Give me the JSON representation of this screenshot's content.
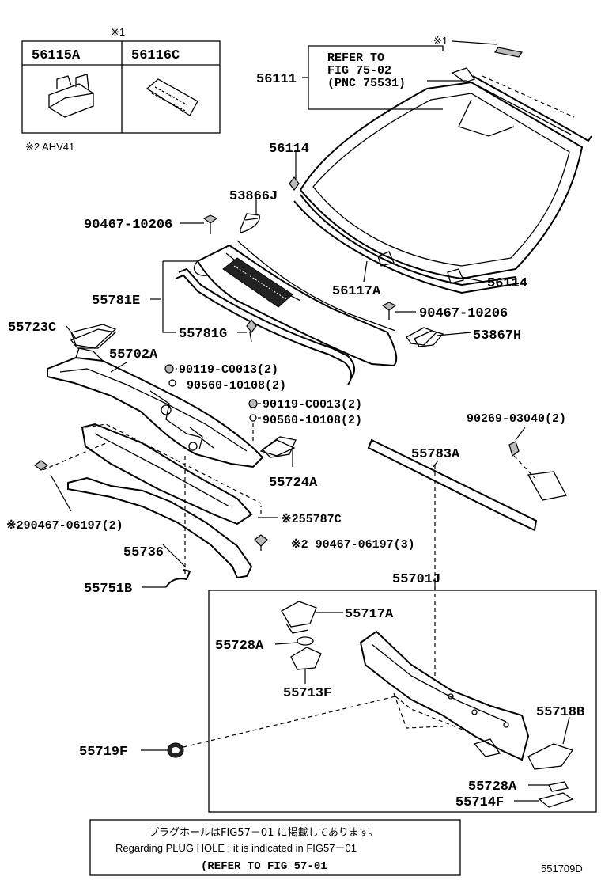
{
  "inset": {
    "mark": "※1",
    "headers": [
      "56115A",
      "56116C"
    ],
    "note": "※2  AHV41"
  },
  "reference_box": {
    "mark": "※1",
    "lines": [
      "REFER TO",
      "FIG  75-02",
      "(PNC  75531)"
    ]
  },
  "labels": {
    "p56111": "56111",
    "p56114_top": "56114",
    "p53866J": "53866J",
    "p90467_10206_a": "90467-10206",
    "p56117A": "56117A",
    "p56114_bot": "56114",
    "p90467_10206_b": "90467-10206",
    "p53867H": "53867H",
    "p55781E": "55781E",
    "p55723C": "55723C",
    "p55781G": "55781G",
    "p55702A": "55702A",
    "p90119_a": "90119-C0013(2)",
    "p90560_a": "90560-10108(2)",
    "p90119_b": "90119-C0013(2)",
    "p90560_b": "90560-10108(2)",
    "p90269": "90269-03040(2)",
    "p55783A": "55783A",
    "p55724A": "55724A",
    "p55787C": "※255787C",
    "p90467_06197_left": "※290467-06197(2)",
    "p90467_06197_right": "※2 90467-06197(3)",
    "p55736": "55736",
    "p55751B": "55751B",
    "p55701J": "55701J",
    "p55717A": "55717A",
    "p55728A_top": "55728A",
    "p55713F": "55713F",
    "p55718B": "55718B",
    "p55719F": "55719F",
    "p55728A_bot": "55728A",
    "p55714F": "55714F"
  },
  "footer": {
    "jp": "プラグホールはFIG57－01 に掲載してあります。",
    "en": "Regarding  PLUG  HOLE  ; it  is  indicated  in  FIG57－01",
    "ref": "(REFER  TO  FIG  57-01",
    "code": "551709D"
  }
}
